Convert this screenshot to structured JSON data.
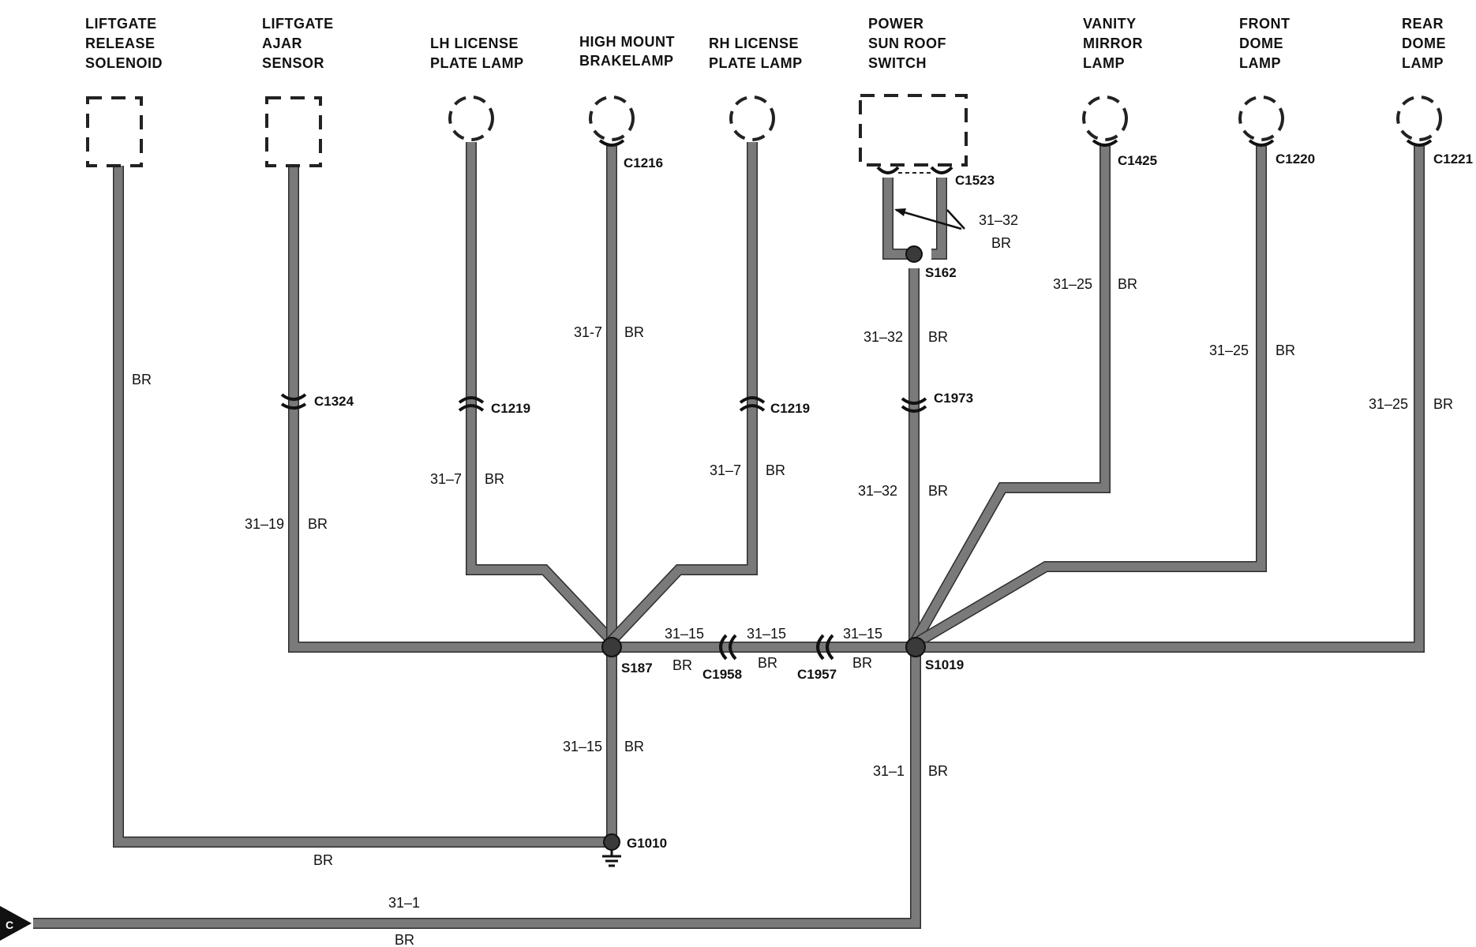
{
  "components": {
    "liftgate_solenoid": [
      "LIFTGATE",
      "RELEASE",
      "SOLENOID"
    ],
    "liftgate_ajar": [
      "LIFTGATE",
      "AJAR",
      "SENSOR"
    ],
    "lh_license": [
      "LH LICENSE",
      "PLATE LAMP"
    ],
    "high_mount": [
      "HIGH MOUNT",
      "BRAKELAMP"
    ],
    "rh_license": [
      "RH LICENSE",
      "PLATE LAMP"
    ],
    "sun_roof": [
      "POWER",
      "SUN ROOF",
      "SWITCH"
    ],
    "vanity": [
      "VANITY",
      "MIRROR",
      "LAMP"
    ],
    "front_dome": [
      "FRONT",
      "DOME",
      "LAMP"
    ],
    "rear_dome": [
      "REAR",
      "DOME",
      "LAMP"
    ]
  },
  "connectors": {
    "c1216": "C1216",
    "c1523": "C1523",
    "c1425": "C1425",
    "c1220": "C1220",
    "c1221": "C1221",
    "c1324": "C1324",
    "c1219_lh": "C1219",
    "c1219_rh": "C1219",
    "c1973": "C1973",
    "c1958": "C1958",
    "c1957": "C1957"
  },
  "splices": {
    "s162": "S162",
    "s187": "S187",
    "s1019": "S1019",
    "g1010": "G1010"
  },
  "circuits": {
    "c31_32_a": "31–32",
    "c31_32_b": "31–32",
    "c31_32_c": "31–32",
    "c31_25_vanity": "31–25",
    "c31_25_front": "31–25",
    "c31_25_rear": "31–25",
    "c31_7_high": "31-7",
    "c31_7_lh": "31–7",
    "c31_7_rh": "31–7",
    "c31_19": "31–19",
    "c31_15_a": "31–15",
    "c31_15_b": "31–15",
    "c31_15_c": "31–15",
    "c31_15_ground": "31–15",
    "c31_1_vert": "31–1",
    "c31_1_bottom": "31–1"
  },
  "color": "BR",
  "offpage_marker": "C"
}
